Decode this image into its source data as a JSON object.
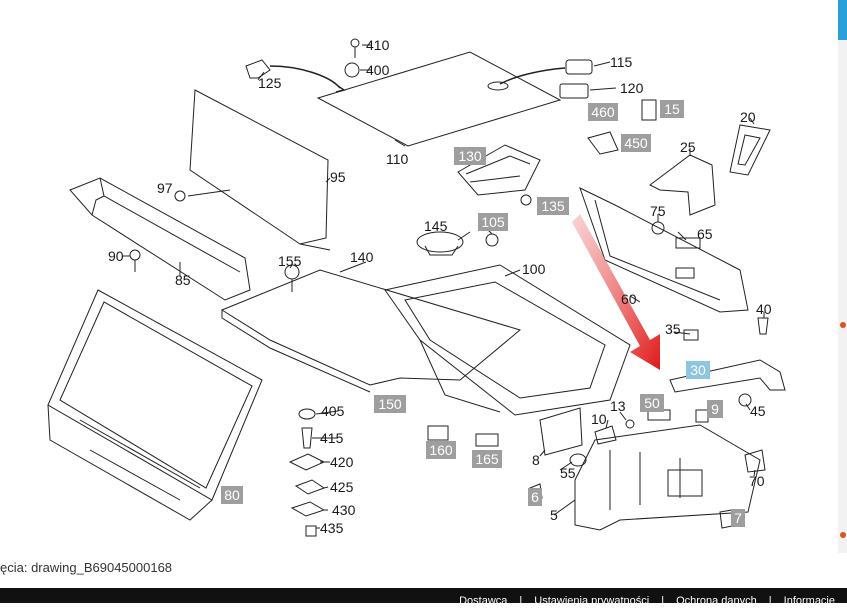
{
  "diagram": {
    "plain_labels": [
      "410",
      "400",
      "125",
      "115",
      "120",
      "110",
      "25",
      "20",
      "97",
      "95",
      "145",
      "140",
      "100",
      "155",
      "90",
      "85",
      "75",
      "65",
      "60",
      "40",
      "35",
      "405",
      "415",
      "420",
      "425",
      "430",
      "435",
      "10",
      "13",
      "8",
      "55",
      "5",
      "45",
      "70"
    ],
    "box_labels": [
      "460",
      "15",
      "450",
      "130",
      "105",
      "135",
      "150",
      "80",
      "30",
      "50",
      "9",
      "160",
      "165",
      "6",
      "7"
    ],
    "highlighted_box": "30",
    "colors": {
      "box": "#9e9e9e",
      "highlight": "#8ec5e0",
      "arrow": "#e02020"
    }
  },
  "caption": "ęcia: drawing_B69045000168",
  "footer": {
    "links": [
      "Dostawca",
      "Ustawienia prywatności",
      "Ochrona danych",
      "Informacje"
    ],
    "separator": "|"
  }
}
